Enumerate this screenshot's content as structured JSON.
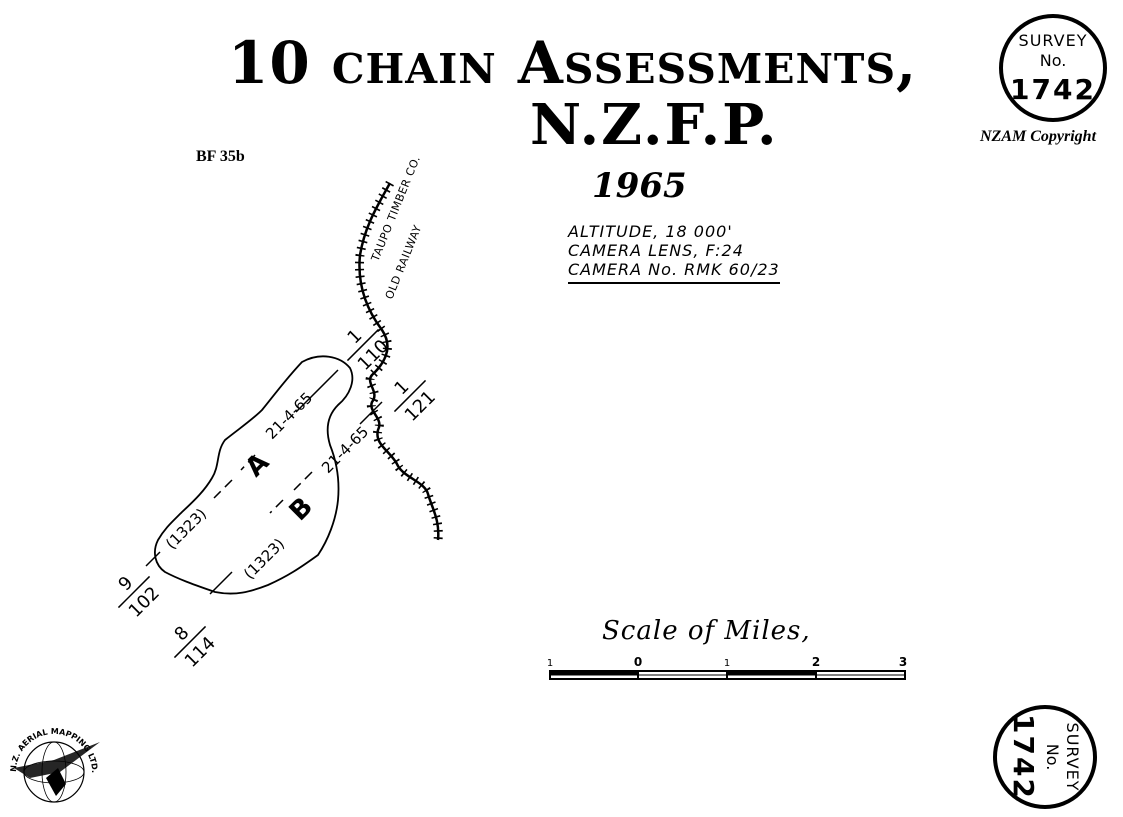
{
  "title": {
    "line1": "10 chain Assessments,",
    "line2": "N.Z.F.P.",
    "year": "1965"
  },
  "reference": "BF 35b",
  "copyright": "NZAM Copyright",
  "camera_specs": {
    "altitude": "ALTITUDE,  18 000'",
    "lens": "CAMERA LENS, F:24",
    "camera_no": "CAMERA No. RMK 60/23"
  },
  "survey_stamp": {
    "label": "SURVEY",
    "no_label": "No.",
    "number": "1742"
  },
  "railway_label": {
    "line1": "TAUPO TIMBER CO.",
    "line2": "OLD RAILWAY"
  },
  "blocks": [
    {
      "id": "A",
      "date": "21-4-65",
      "reference": "(1323)"
    },
    {
      "id": "B",
      "date": "21-4-65",
      "reference": "(1323)"
    }
  ],
  "flight_runs": [
    {
      "top": "1",
      "bottom": "110"
    },
    {
      "top": "1",
      "bottom": "121"
    },
    {
      "top": "9",
      "bottom": "102"
    },
    {
      "top": "8",
      "bottom": "114"
    }
  ],
  "scale_bar": {
    "title": "Scale of Miles,",
    "ticks": [
      "1",
      "0",
      "1",
      "2",
      "3"
    ]
  },
  "logo_text": "N.Z. AERIAL MAPPING LTD."
}
